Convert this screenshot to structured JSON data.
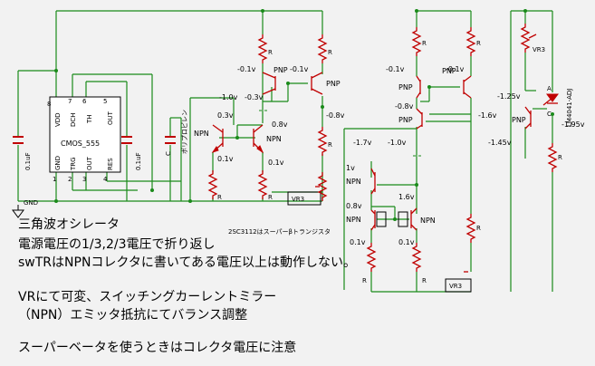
{
  "ic": {
    "name": "CMOS_555",
    "pins_top": [
      "VDD",
      "DCH",
      "TH",
      "OUT"
    ],
    "pins_bottom": [
      "GND",
      "TRG",
      "OUT",
      "RES"
    ],
    "pin_numbers": [
      "8",
      "7",
      "6",
      "5",
      "1",
      "2",
      "3",
      "4"
    ]
  },
  "parts": {
    "cap_0_1uf": "0.1uF",
    "cap_c": "C",
    "cap_film": "ポリプロピレン",
    "gnd": "GND",
    "resistor": "R",
    "npn": "NPN",
    "pnp": "PNP",
    "vr3": "VR3",
    "ref": "LM4041-ADJ",
    "pin_a": "A",
    "pin_c": "C",
    "note_super_beta": "2SC3112はスーパーβトランジスタ"
  },
  "voltages": {
    "m01": "-0.1v",
    "m10": "-1.0v",
    "m03": "-0.3v",
    "p03": "0.3v",
    "p08": "0.8v",
    "m08": "-0.8v",
    "p01": "0.1v",
    "m17": "-1.7v",
    "m16": "-1.6v",
    "p1": "1v",
    "p16": "1.6v",
    "m125": "-1.25v",
    "m145": "-1.45v",
    "m195": "-1.95v"
  },
  "description": {
    "line1": "三角波オシレータ",
    "line2": "電源電圧の1/3,2/3電圧で折り返し",
    "line3": "swTRはNPNコレクタに書いてある電圧以上は動作しない。",
    "line4": "VRにて可変、スイッチングカーレントミラー",
    "line5": "（NPN）エミッタ抵抗にてバランス調整",
    "line6": "スーパーベータを使うときはコレクタ電圧に注意"
  }
}
